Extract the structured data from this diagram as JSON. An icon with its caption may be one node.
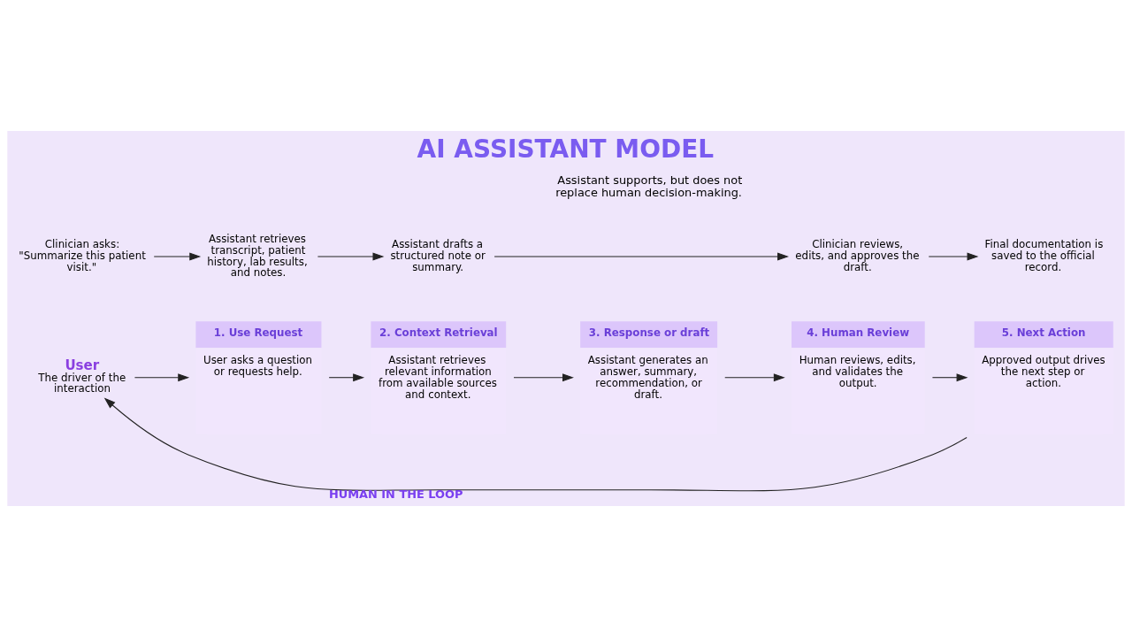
{
  "diagram": {
    "title": "AI ASSISTANT MODEL",
    "nodes": [
      {
        "text": [
          "User",
          "The driver of the interaction"
        ]
      },
      {
        "text": [
          "1. Use Request",
          "User asks a question or requests help."
        ]
      },
      {
        "text": [
          "2. Context Retrieval",
          "Assistant retrieves relevant information from available sources and context."
        ]
      },
      {
        "text": [
          "3. Response or draft",
          "Assistant generates an answer, summary, recommendation, or draft."
        ]
      },
      {
        "text": [
          "4. Human Review",
          "Human reviews, edits, and validates the output."
        ]
      },
      {
        "text": [
          "5. Next Action",
          "Approved output drives the next step or action."
        ]
      },
      {
        "text": [
          "Clinician asks: \"Summarize this patient visit.\""
        ]
      },
      {
        "text": [
          "Assistant retrieves transcript, patient history, lab results, and notes."
        ]
      },
      {
        "text": [
          "Assistant drafts a structured note or summary."
        ]
      },
      {
        "text": [
          "Clinician reviews, edits, and approves the draft."
        ]
      },
      {
        "text": [
          "Final documentation is saved to the official record."
        ]
      }
    ],
    "edges": [
      {
        "from": 0,
        "to": 1,
        "arrow": "to"
      },
      {
        "from": 1,
        "to": 2,
        "arrow": "to"
      },
      {
        "from": 2,
        "to": 3,
        "arrow": "to"
      },
      {
        "from": 3,
        "to": 4,
        "arrow": "to"
      },
      {
        "from": 4,
        "to": 5,
        "arrow": "to"
      },
      {
        "from": 5,
        "to": 0,
        "arrow": "to",
        "label": "HUMAN IN THE LOOP"
      },
      {
        "from": 6,
        "to": 7,
        "arrow": "to"
      },
      {
        "from": 7,
        "to": 8,
        "arrow": "to"
      },
      {
        "from": 8,
        "to": 9,
        "arrow": "to"
      },
      {
        "from": 9,
        "to": 10,
        "arrow": "to"
      }
    ],
    "labels": [
      "Assistant supports, but does not replace human decision-making."
    ]
  }
}
